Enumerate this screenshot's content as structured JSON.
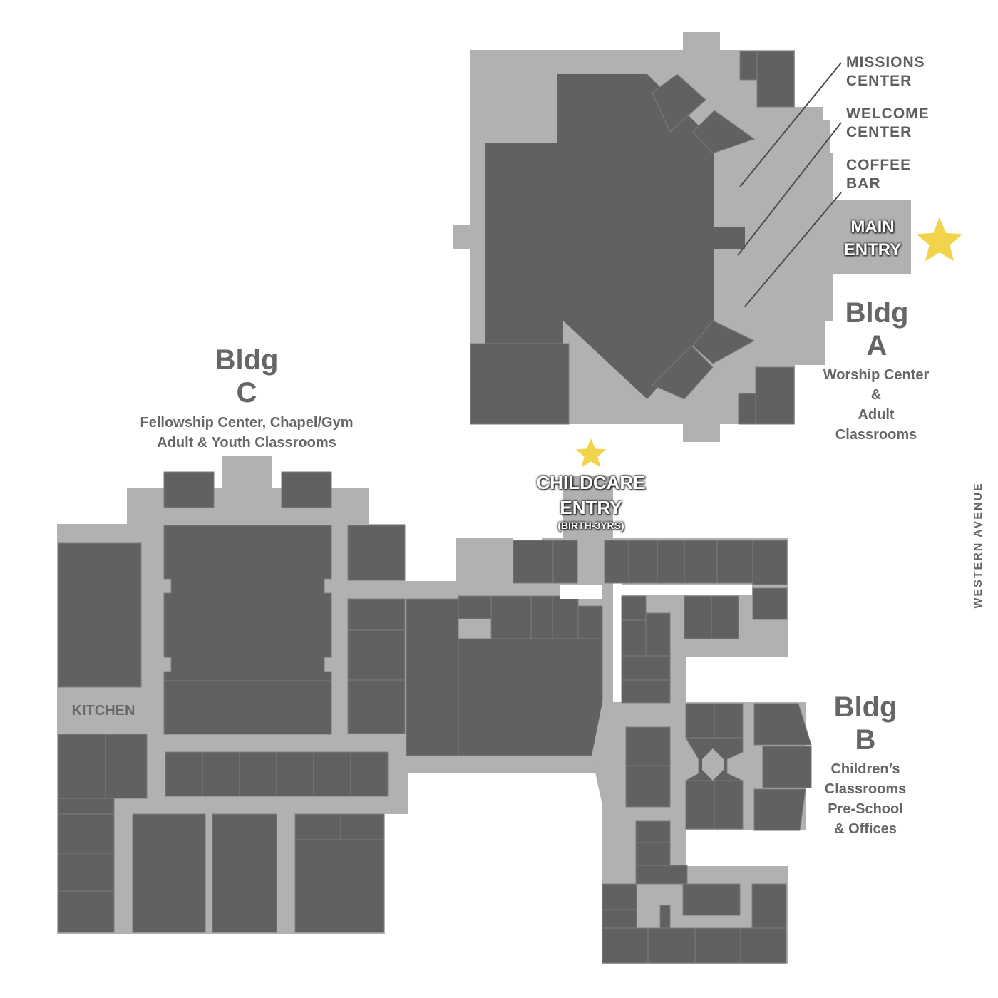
{
  "buildings": {
    "a": {
      "name": "Bldg",
      "letter": "A",
      "desc": [
        "Worship Center",
        "&",
        "Adult",
        "Classrooms"
      ]
    },
    "b": {
      "name": "Bldg",
      "letter": "B",
      "desc": [
        "Children’s",
        "Classrooms",
        "Pre-School",
        "& Offices"
      ]
    },
    "c": {
      "name": "Bldg",
      "letter": "C",
      "desc": [
        "Fellowship Center, Chapel/Gym",
        "Adult & Youth Classrooms"
      ]
    }
  },
  "callouts": {
    "missions": [
      "MISSIONS",
      "CENTER"
    ],
    "welcome": [
      "WELCOME",
      "CENTER"
    ],
    "coffee": [
      "COFFEE",
      "BAR"
    ]
  },
  "entries": {
    "main": [
      "MAIN",
      "ENTRY"
    ],
    "childcare": [
      "CHILDCARE",
      "ENTRY",
      "(BIRTH-3YRS)"
    ]
  },
  "rooms": {
    "kitchen": "KITCHEN"
  },
  "street": "WESTERN AVENUE",
  "colors": {
    "room": "#616161",
    "corridor": "#b1b1b1",
    "star": "#f2d34c",
    "label": "#666666"
  },
  "icons": [
    "star-icon"
  ]
}
